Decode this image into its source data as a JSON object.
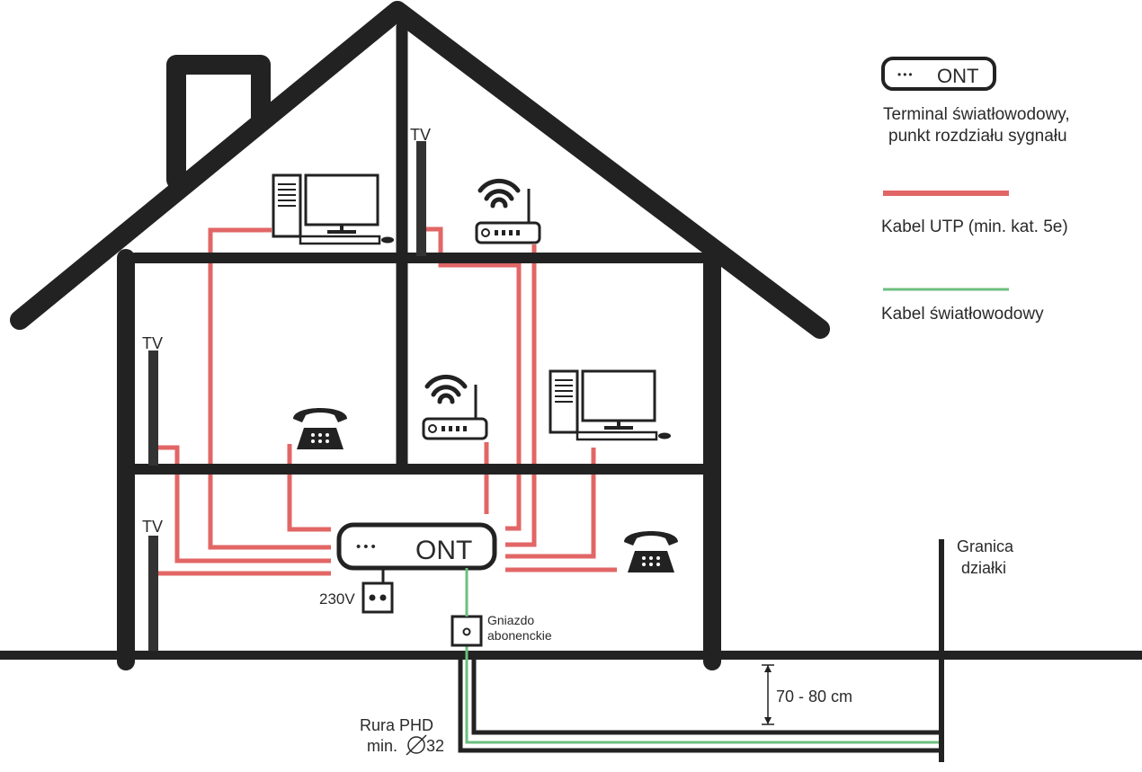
{
  "ont_label": "ONT",
  "ont_dots": "•••",
  "tv_label": "TV",
  "voltage_label": "230V",
  "socket_label_line1": "Gniazdo",
  "socket_label_line2": "abonenckie",
  "boundary_label_line1": "Granica",
  "boundary_label_line2": "działki",
  "depth_label": "70 - 80 cm",
  "pipe_label_line1": "Rura PHD",
  "pipe_label_line2": "min.",
  "pipe_diameter": "32",
  "legend": {
    "ont_caption_line1": "Terminal światłowodowy,",
    "ont_caption_line2": "punkt rozdziału sygnału",
    "utp_label": "Kabel UTP  (min. kat. 5e)",
    "fiber_label": "Kabel światłowodowy"
  },
  "colors": {
    "utp": "#e26666",
    "fiber": "#6cbf7e",
    "structure": "#222222"
  }
}
